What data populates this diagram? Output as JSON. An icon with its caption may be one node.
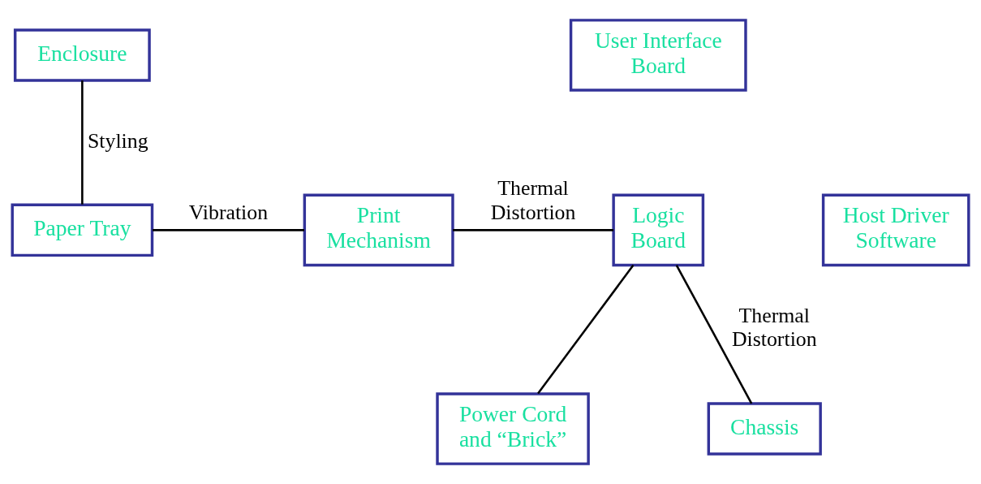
{
  "diagram": {
    "nodes": [
      {
        "text": [
          "Enclosure"
        ]
      },
      {
        "text": [
          "User Interface Board"
        ]
      },
      {
        "text": [
          "Paper Tray"
        ]
      },
      {
        "text": [
          "Print Mechanism"
        ]
      },
      {
        "text": [
          "Logic Board"
        ]
      },
      {
        "text": [
          "Host Driver Software"
        ]
      },
      {
        "text": [
          "Chassis"
        ]
      },
      {
        "text": [
          "Power Cord and “Brick”"
        ]
      }
    ],
    "edges": [
      {
        "from": 0,
        "to": 2,
        "arrow": "none",
        "label": "Styling"
      },
      {
        "from": 2,
        "to": 3,
        "arrow": "none",
        "label": "Vibration"
      },
      {
        "from": 3,
        "to": 4,
        "arrow": "none",
        "label": "Thermal Distortion"
      },
      {
        "from": 6,
        "to": 4,
        "arrow": "none",
        "label": "Thermal Distortion"
      },
      {
        "from": 4,
        "to": 7,
        "arrow": "none"
      }
    ]
  }
}
